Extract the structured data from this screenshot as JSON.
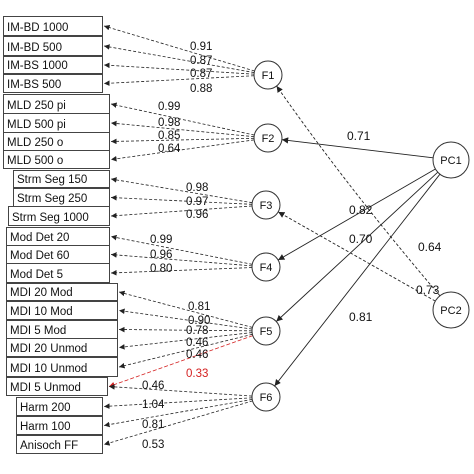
{
  "indicators": [
    {
      "id": "im_bd_1000",
      "label": "IM-BD 1000"
    },
    {
      "id": "im_bd_500",
      "label": "IM-BD 500"
    },
    {
      "id": "im_bs_1000",
      "label": "IM-BS 1000"
    },
    {
      "id": "im_bs_500",
      "label": "IM-BS 500"
    },
    {
      "id": "mld_250_pi",
      "label": "MLD 250 pi"
    },
    {
      "id": "mld_500_pi",
      "label": "MLD 500 pi"
    },
    {
      "id": "mld_250_o",
      "label": "MLD 250 o"
    },
    {
      "id": "mld_500_o",
      "label": "MLD 500 o"
    },
    {
      "id": "strm_seg_150",
      "label": "Strm Seg 150"
    },
    {
      "id": "strm_seg_250",
      "label": "Strm Seg 250"
    },
    {
      "id": "strm_seg_1000",
      "label": "Strm Seg 1000"
    },
    {
      "id": "mod_det_20",
      "label": "Mod Det 20"
    },
    {
      "id": "mod_det_60",
      "label": "Mod Det 60"
    },
    {
      "id": "mod_det_5",
      "label": "Mod Det 5"
    },
    {
      "id": "mdi_20_mod",
      "label": "MDI 20 Mod"
    },
    {
      "id": "mdi_10_mod",
      "label": "MDI 10 Mod"
    },
    {
      "id": "mdi_5_mod",
      "label": "MDI 5 Mod"
    },
    {
      "id": "mdi_20_unmod",
      "label": "MDI 20 Unmod"
    },
    {
      "id": "mdi_10_unmod",
      "label": "MDI 10 Unmod"
    },
    {
      "id": "mdi_5_unmod",
      "label": "MDI 5 Unmod"
    },
    {
      "id": "harm_200",
      "label": "Harm 200"
    },
    {
      "id": "harm_100",
      "label": "Harm 100"
    },
    {
      "id": "anisoch_ff",
      "label": "Anisoch FF"
    }
  ],
  "factors": [
    {
      "id": "F1",
      "label": "F1"
    },
    {
      "id": "F2",
      "label": "F2"
    },
    {
      "id": "F3",
      "label": "F3"
    },
    {
      "id": "F4",
      "label": "F4"
    },
    {
      "id": "F5",
      "label": "F5"
    },
    {
      "id": "F6",
      "label": "F6"
    },
    {
      "id": "PC1",
      "label": "PC1"
    },
    {
      "id": "PC2",
      "label": "PC2"
    }
  ],
  "loadings": [
    {
      "from": "F1",
      "to": "im_bd_1000",
      "value": "0.91"
    },
    {
      "from": "F1",
      "to": "im_bd_500",
      "value": "0.87"
    },
    {
      "from": "F1",
      "to": "im_bs_1000",
      "value": "0.87"
    },
    {
      "from": "F1",
      "to": "im_bs_500",
      "value": "0.88"
    },
    {
      "from": "F2",
      "to": "mld_250_pi",
      "value": "0.99"
    },
    {
      "from": "F2",
      "to": "mld_500_pi",
      "value": "0.98"
    },
    {
      "from": "F2",
      "to": "mld_250_o",
      "value": "0.85"
    },
    {
      "from": "F2",
      "to": "mld_500_o",
      "value": "0.64"
    },
    {
      "from": "F3",
      "to": "strm_seg_150",
      "value": "0.98"
    },
    {
      "from": "F3",
      "to": "strm_seg_250",
      "value": "0.97"
    },
    {
      "from": "F3",
      "to": "strm_seg_1000",
      "value": "0.96"
    },
    {
      "from": "F4",
      "to": "mod_det_20",
      "value": "0.99"
    },
    {
      "from": "F4",
      "to": "mod_det_60",
      "value": "0.96"
    },
    {
      "from": "F4",
      "to": "mod_det_5",
      "value": "0.80"
    },
    {
      "from": "F5",
      "to": "mdi_20_mod",
      "value": "0.81"
    },
    {
      "from": "F5",
      "to": "mdi_10_mod",
      "value": "0.90"
    },
    {
      "from": "F5",
      "to": "mdi_5_mod",
      "value": "0.78"
    },
    {
      "from": "F5",
      "to": "mdi_20_unmod",
      "value": "0.46"
    },
    {
      "from": "F5",
      "to": "mdi_10_unmod",
      "value": "0.46"
    },
    {
      "from": "F5",
      "to": "mdi_5_unmod",
      "value": "0.33",
      "highlight": true
    },
    {
      "from": "F6",
      "to": "mdi_5_unmod",
      "value": "0.46"
    },
    {
      "from": "F6",
      "to": "harm_200",
      "value": "1.04"
    },
    {
      "from": "F6",
      "to": "harm_100",
      "value": "0.81"
    },
    {
      "from": "F6",
      "to": "anisoch_ff",
      "value": "0.53"
    }
  ],
  "higher_order": [
    {
      "from": "PC1",
      "to": "F2",
      "value": "0.71"
    },
    {
      "from": "PC1",
      "to": "F4",
      "value": "0.82"
    },
    {
      "from": "PC1",
      "to": "F5",
      "value": "0.70"
    },
    {
      "from": "PC2",
      "to": "F1",
      "value": "0.64"
    },
    {
      "from": "PC2",
      "to": "F3",
      "value": "0.73"
    },
    {
      "from": "PC1",
      "to": "F6",
      "value": "0.81"
    }
  ],
  "colors": {
    "line": "#222222",
    "highlight": "#d42020",
    "box_border": "#444444"
  }
}
